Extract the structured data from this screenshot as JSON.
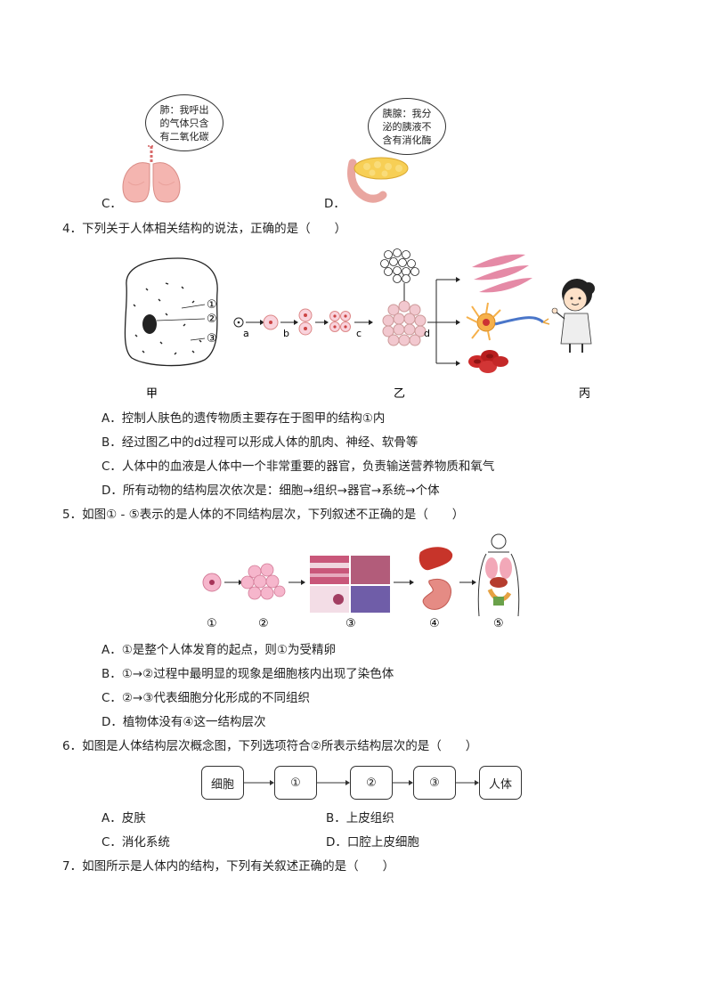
{
  "q3": {
    "optC": "C．",
    "optD": "D．",
    "bubbleC": "肺：我呼出的气体只含有二氧化碳",
    "bubbleD": "胰腺：我分泌的胰液不含有消化酶"
  },
  "q4": {
    "stem": "4．下列关于人体相关结构的说法，正确的是（　　）",
    "cell_labels": [
      "①",
      "②",
      "③"
    ],
    "process_labels": [
      "a",
      "b",
      "c",
      "d"
    ],
    "fig_labels": [
      "甲",
      "乙",
      "丙"
    ],
    "options": [
      "A．控制人肤色的遗传物质主要存在于图甲的结构①内",
      "B．经过图乙中的d过程可以形成人体的肌肉、神经、软骨等",
      "C．人体中的血液是人体中一个非常重要的器官，负责输送营养物质和氧气",
      "D．所有动物的结构层次依次是：细胞→组织→器官→系统→个体"
    ]
  },
  "q5": {
    "stem": "5．如图① - ⑤表示的是人体的不同结构层次，下列叙述不正确的是（　　）",
    "fig_labels": [
      "①",
      "②",
      "③",
      "④",
      "⑤"
    ],
    "options": [
      "A．①是整个人体发育的起点，则①为受精卵",
      "B．①→②过程中最明显的现象是细胞核内出现了染色体",
      "C．②→③代表细胞分化形成的不同组织",
      "D．植物体没有④这一结构层次"
    ]
  },
  "q6": {
    "stem": "6．如图是人体结构层次概念图，下列选项符合②所表示结构层次的是（　　）",
    "boxes": [
      "细胞",
      "①",
      "②",
      "③",
      "人体"
    ],
    "options": [
      "A．皮肤",
      "B．上皮组织",
      "C．消化系统",
      "D．口腔上皮细胞"
    ]
  },
  "q7": {
    "stem": "7．如图所示是人体内的结构，下列有关叙述正确的是（　　）"
  }
}
